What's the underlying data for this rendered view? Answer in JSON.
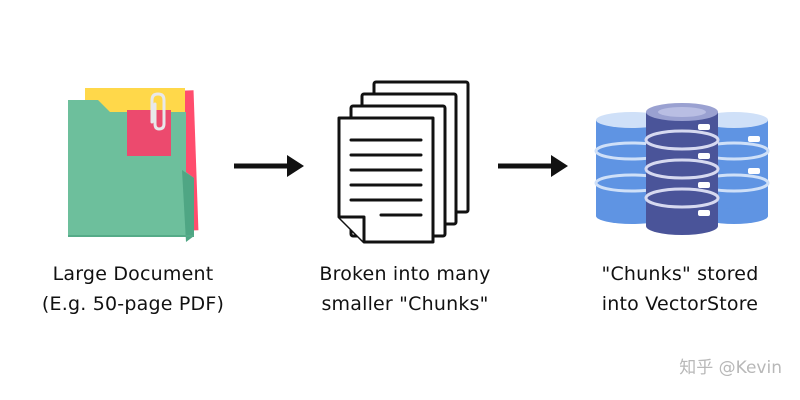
{
  "steps": [
    {
      "line1": "Large Document",
      "line2": "(E.g. 50-page PDF)"
    },
    {
      "line1": "Broken into many",
      "line2": "smaller \"Chunks\""
    },
    {
      "line1": "\"Chunks\" stored",
      "line2": "into VectorStore"
    }
  ],
  "watermark": "知乎 @Kevin",
  "colors": {
    "folder_green": "#6dbf9c",
    "folder_back_red": "#ff4d6d",
    "folder_back_yellow": "#ffd84a",
    "sticky_note": "#ec4a6e",
    "db_dark_blue": "#4a5499",
    "db_light_blue": "#5f94e3",
    "arrow": "#111111"
  }
}
